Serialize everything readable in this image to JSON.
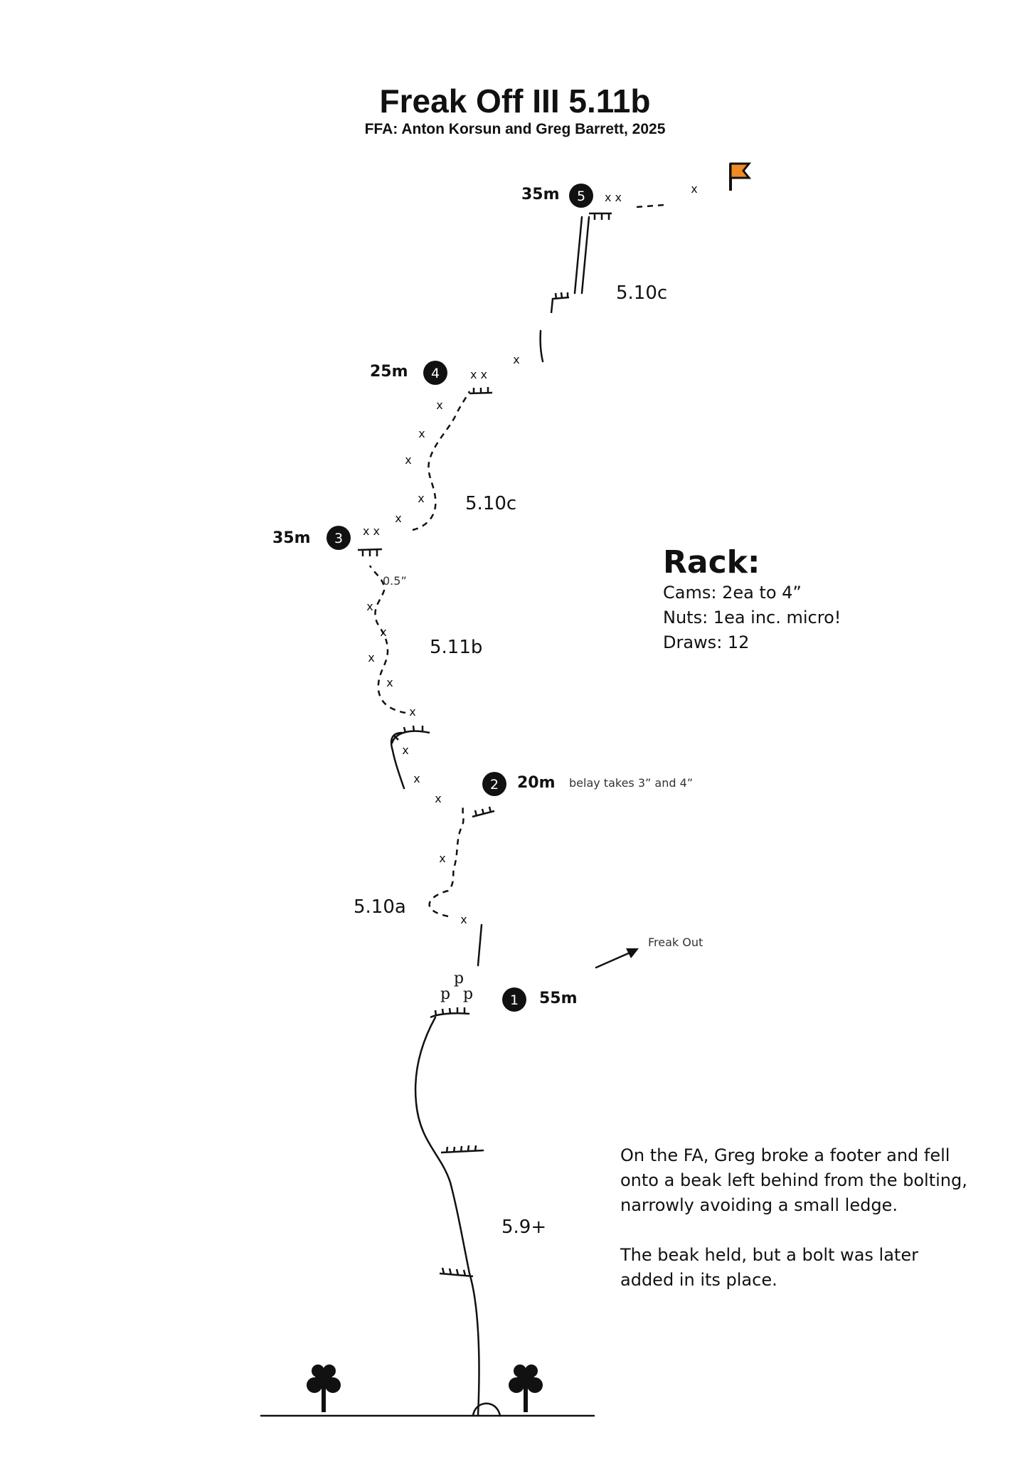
{
  "title": "Freak Off III 5.11b",
  "subtitle": "FFA: Anton Korsun and Greg Barrett, 2025",
  "belays": [
    {
      "number": "1",
      "length": "55m"
    },
    {
      "number": "2",
      "length": "20m"
    },
    {
      "number": "3",
      "length": "35m"
    },
    {
      "number": "4",
      "length": "25m"
    },
    {
      "number": "5",
      "length": "35m"
    }
  ],
  "grades": [
    "5.9+",
    "5.10a",
    "5.11b",
    "5.10c",
    "5.10c"
  ],
  "labels": {
    "belay_note": "belay takes 3” and 4”",
    "cam_size": "0.5”",
    "freak_out": "Freak Out",
    "piton": "p",
    "bolt": "x",
    "double_bolt": "x x"
  },
  "rack": {
    "heading": "Rack:",
    "lines": [
      "Cams:  2ea to 4”",
      "Nuts:   1ea inc. micro!",
      "Draws: 12"
    ]
  },
  "note": [
    "On the FA, Greg broke a footer and fell",
    "onto a beak left behind from the bolting,",
    "narrowly avoiding a small ledge.",
    "",
    "The beak held, but a bolt was later",
    "added in its place."
  ],
  "colors": {
    "flag": "#f08a24",
    "ink": "#111111"
  },
  "icons": [
    "tree-icon",
    "summit-flag-icon"
  ]
}
